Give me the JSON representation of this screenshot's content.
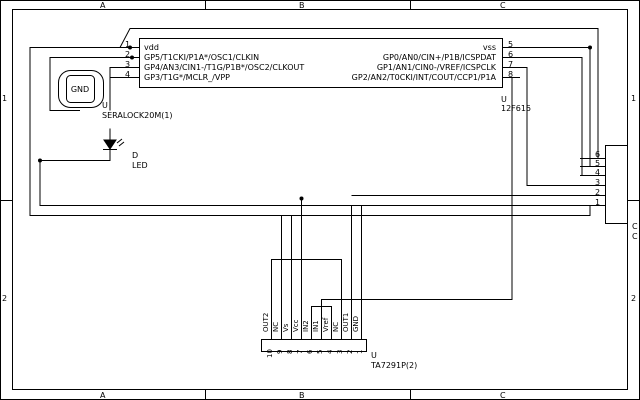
{
  "border": {
    "cols": [
      "A",
      "B",
      "C"
    ],
    "rows": [
      "1",
      "2"
    ]
  },
  "ic_main": {
    "ref": "U",
    "part": "12F615",
    "left_pins": [
      {
        "num": "1",
        "label": "vdd"
      },
      {
        "num": "2",
        "label": "GP5/T1CKI/P1A*/OSC1/CLKIN"
      },
      {
        "num": "3",
        "label": "GP4/AN3/CIN1-/T1G/P1B*/OSC2/CLKOUT"
      },
      {
        "num": "4",
        "label": "GP3/T1G*/MCLR_/VPP"
      }
    ],
    "right_pins": [
      {
        "num": "5",
        "label": "vss"
      },
      {
        "num": "6",
        "label": "GP0/AN0/CIN+/P1B/ICSPDAT"
      },
      {
        "num": "7",
        "label": "GP1/AN1/CIN0-/VREF/ICSPCLK"
      },
      {
        "num": "8",
        "label": "GP2/AN2/T0CKI/INT/COUT/CCP1/P1A"
      }
    ]
  },
  "seralock": {
    "label": "GND",
    "ref": "U",
    "part": "SERALOCK20M(1)"
  },
  "led": {
    "ref": "D",
    "part": "LED"
  },
  "connector": {
    "pins": [
      "6",
      "5",
      "4",
      "3",
      "2",
      "1"
    ],
    "labels": [
      "C",
      "C"
    ]
  },
  "ta7291": {
    "ref": "U",
    "part": "TA7291P(2)",
    "pin_labels": [
      "OUT2",
      "NC",
      "Vs",
      "Vcc",
      "IN2",
      "IN1",
      "Vref",
      "NC",
      "OUT1",
      "GND"
    ],
    "pin_nums": [
      "10",
      "9",
      "8",
      "7",
      "6",
      "5",
      "4",
      "3",
      "2",
      "1"
    ]
  }
}
